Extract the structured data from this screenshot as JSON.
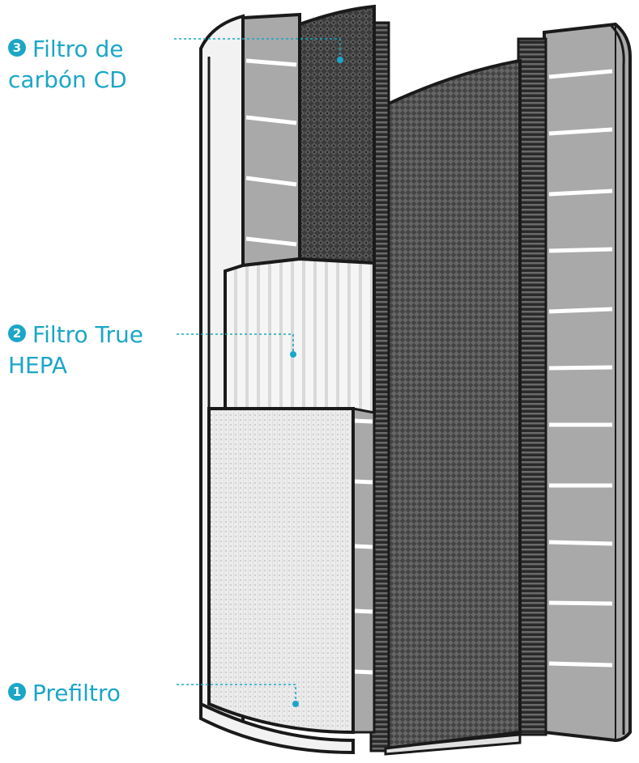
{
  "labels": [
    {
      "number": "3",
      "line1": "Filtro de",
      "line2": "carbón CD"
    },
    {
      "number": "2",
      "line1": "Filtro True",
      "line2": "HEPA"
    },
    {
      "number": "1",
      "line1": "Prefiltro",
      "line2": ""
    }
  ],
  "colors": {
    "accent": "#1ba6c7",
    "outline": "#1a1a1a",
    "frame_gray": "#a9a9a9",
    "carbon_dark": "#3a3a3a",
    "hepa_white": "#f1f1f1",
    "prefilter_light": "#e4e4e4"
  }
}
